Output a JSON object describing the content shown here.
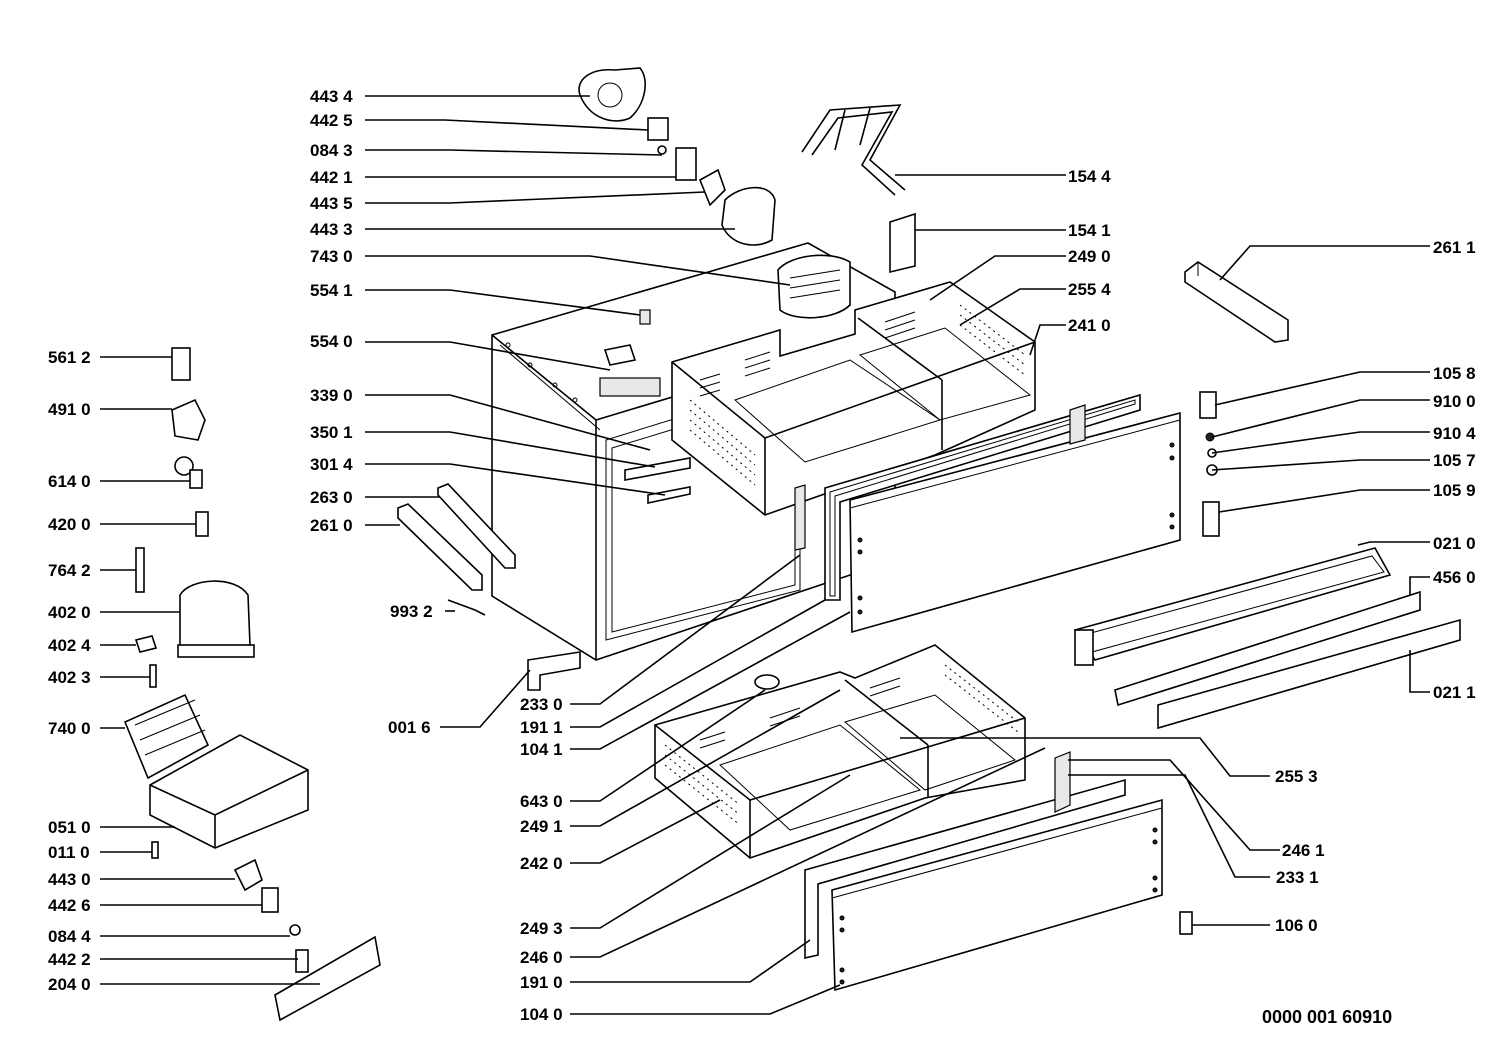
{
  "document_number": "0000 001 60910",
  "labels_left_column": [
    "561 2",
    "491 0",
    "614 0",
    "420 0",
    "764 2",
    "402 0",
    "402 4",
    "402 3",
    "740 0",
    "051 0",
    "011 0",
    "443 0",
    "442 6",
    "084 4",
    "442 2",
    "204 0"
  ],
  "labels_top_left": [
    "443 4",
    "442 5",
    "084 3",
    "442 1",
    "443 5",
    "443 3",
    "743 0",
    "554 1",
    "554 0",
    "339 0",
    "350 1",
    "301 4",
    "263 0",
    "261 0",
    "993 2"
  ],
  "labels_center": [
    "233 0",
    "191 1",
    "104 1",
    "001 6",
    "643 0",
    "249 1",
    "242 0",
    "249 3",
    "246 0",
    "191 0",
    "104 0"
  ],
  "labels_right": [
    "154 4",
    "154 1",
    "249 0",
    "255 4",
    "241 0",
    "261 1",
    "105 8",
    "910 0",
    "910 4",
    "105 7",
    "105 9",
    "021 0",
    "456 0",
    "021 1",
    "255 3",
    "246 1",
    "233 1",
    "106 0"
  ]
}
